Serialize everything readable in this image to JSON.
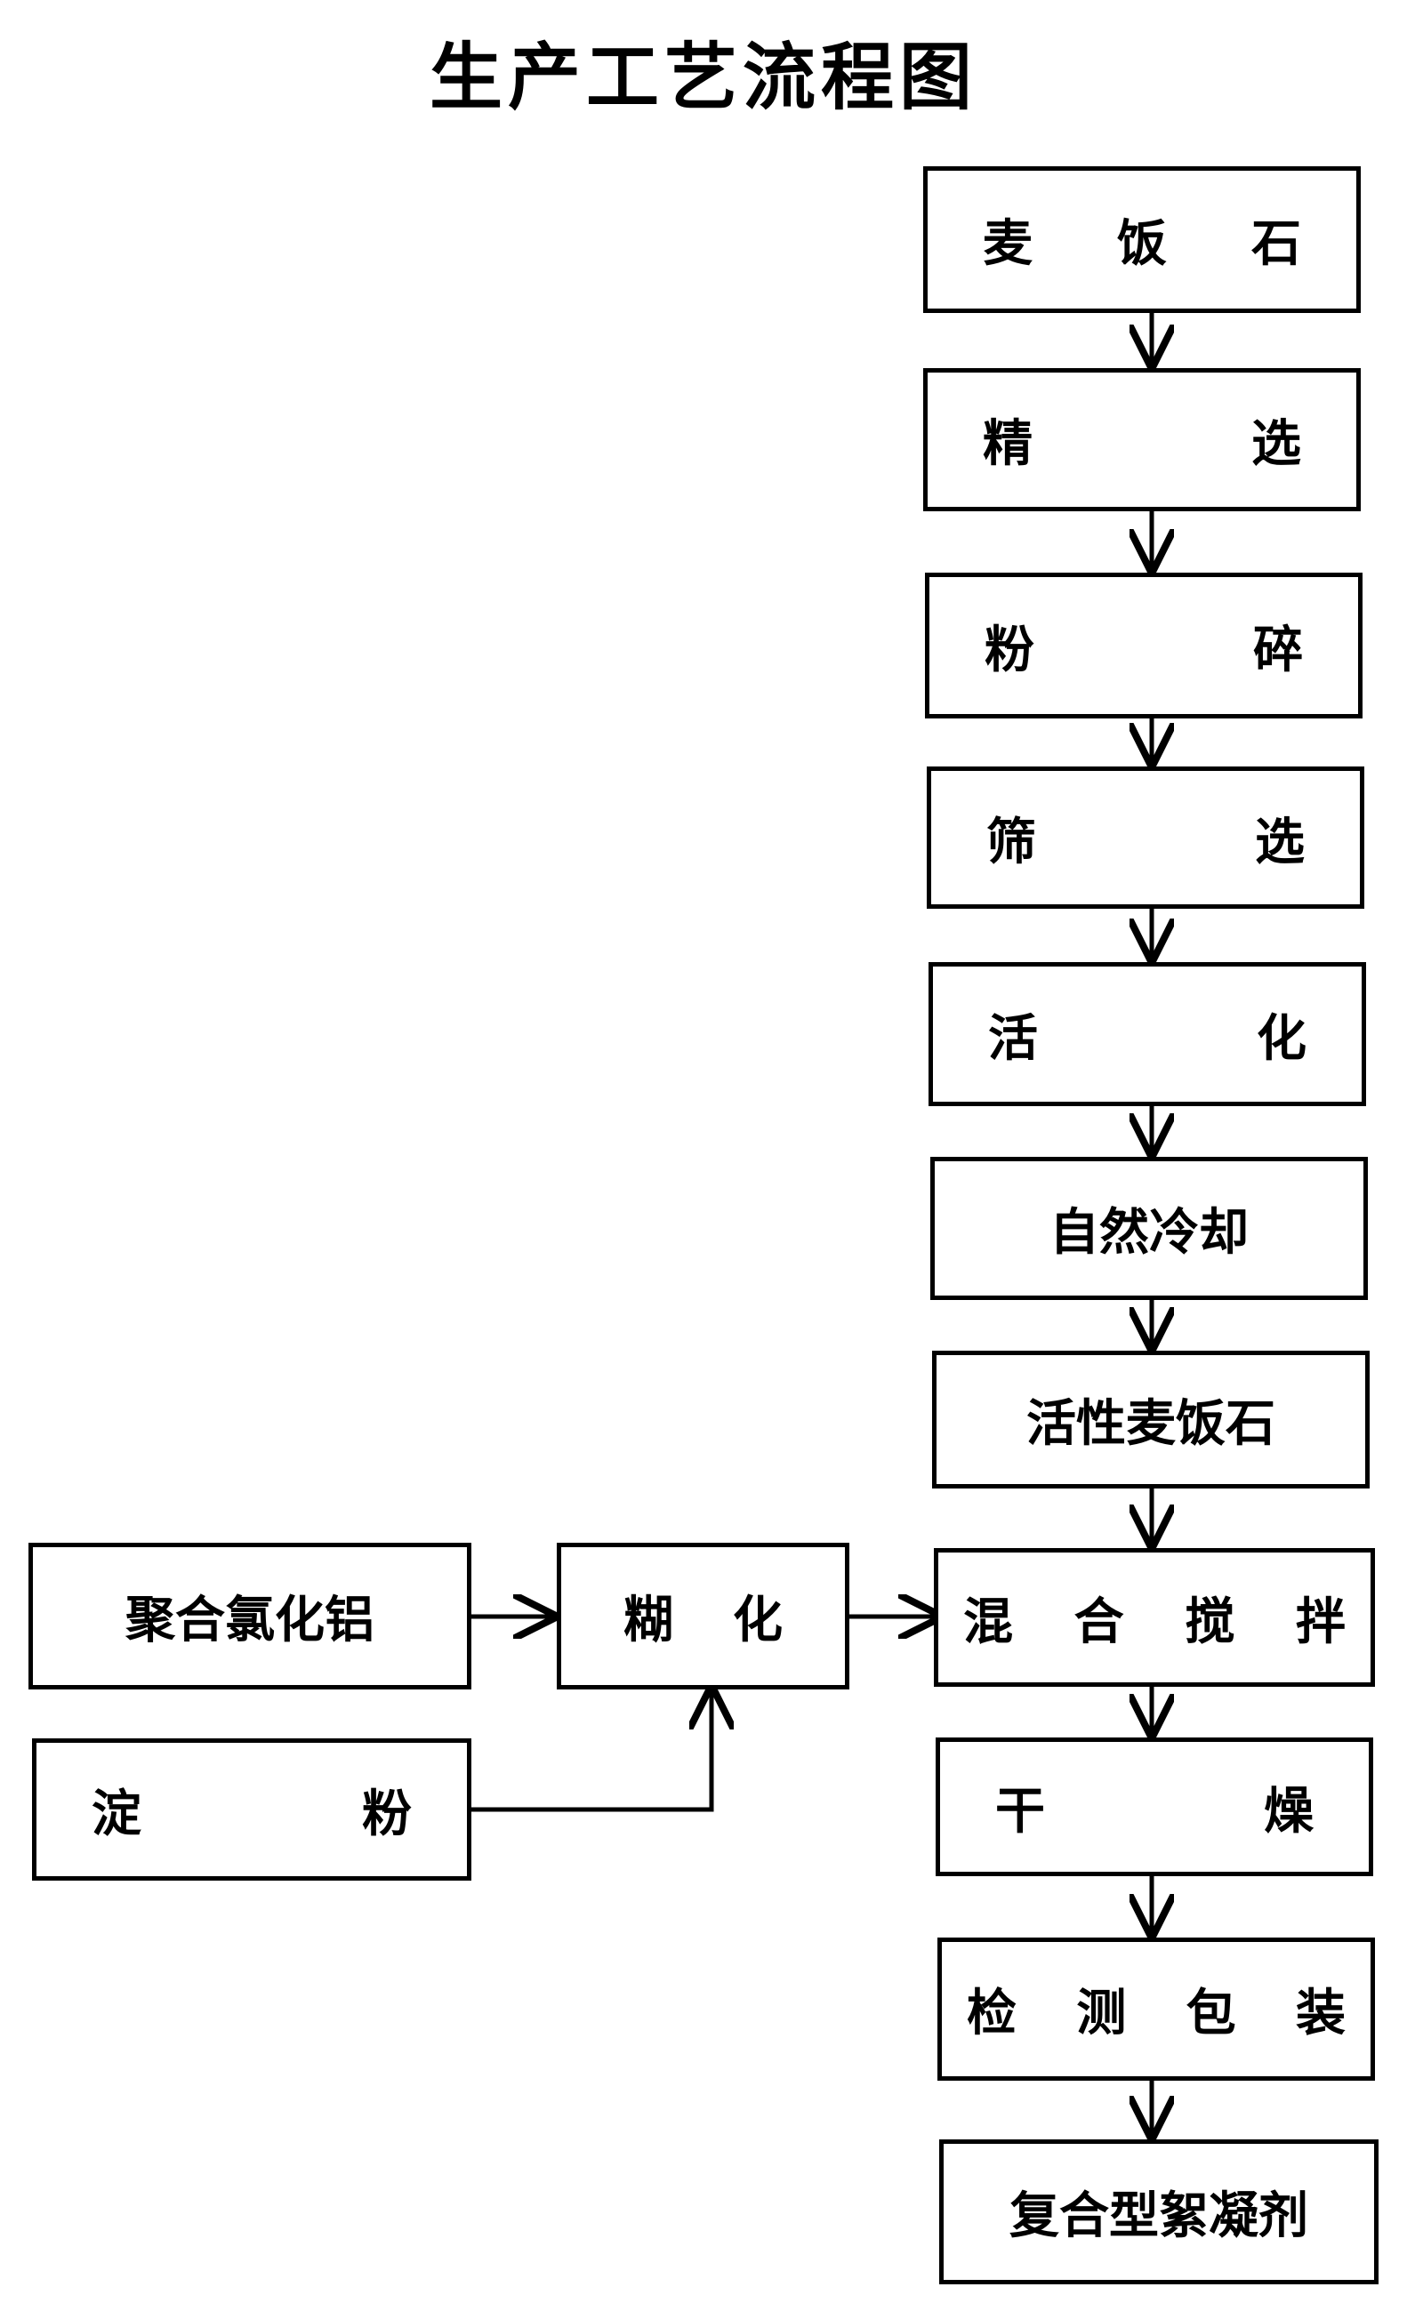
{
  "title": "生产工艺流程图",
  "main_flow": [
    [
      "麦",
      "饭",
      "石"
    ],
    [
      "精",
      "选"
    ],
    [
      "粉",
      "碎"
    ],
    [
      "筛",
      "选"
    ],
    [
      "活",
      "化"
    ],
    [
      "自然冷却"
    ],
    [
      "活性麦饭石"
    ],
    [
      "混",
      "合",
      "搅",
      "拌"
    ],
    [
      "干",
      "燥"
    ],
    [
      "检",
      "测",
      "包",
      "装"
    ],
    [
      "复合型絮凝剂"
    ]
  ],
  "side_inputs": {
    "pac": [
      "聚合氯化铝"
    ],
    "starch": [
      "淀",
      "粉"
    ],
    "gelatinize": [
      "糊",
      "化"
    ]
  }
}
